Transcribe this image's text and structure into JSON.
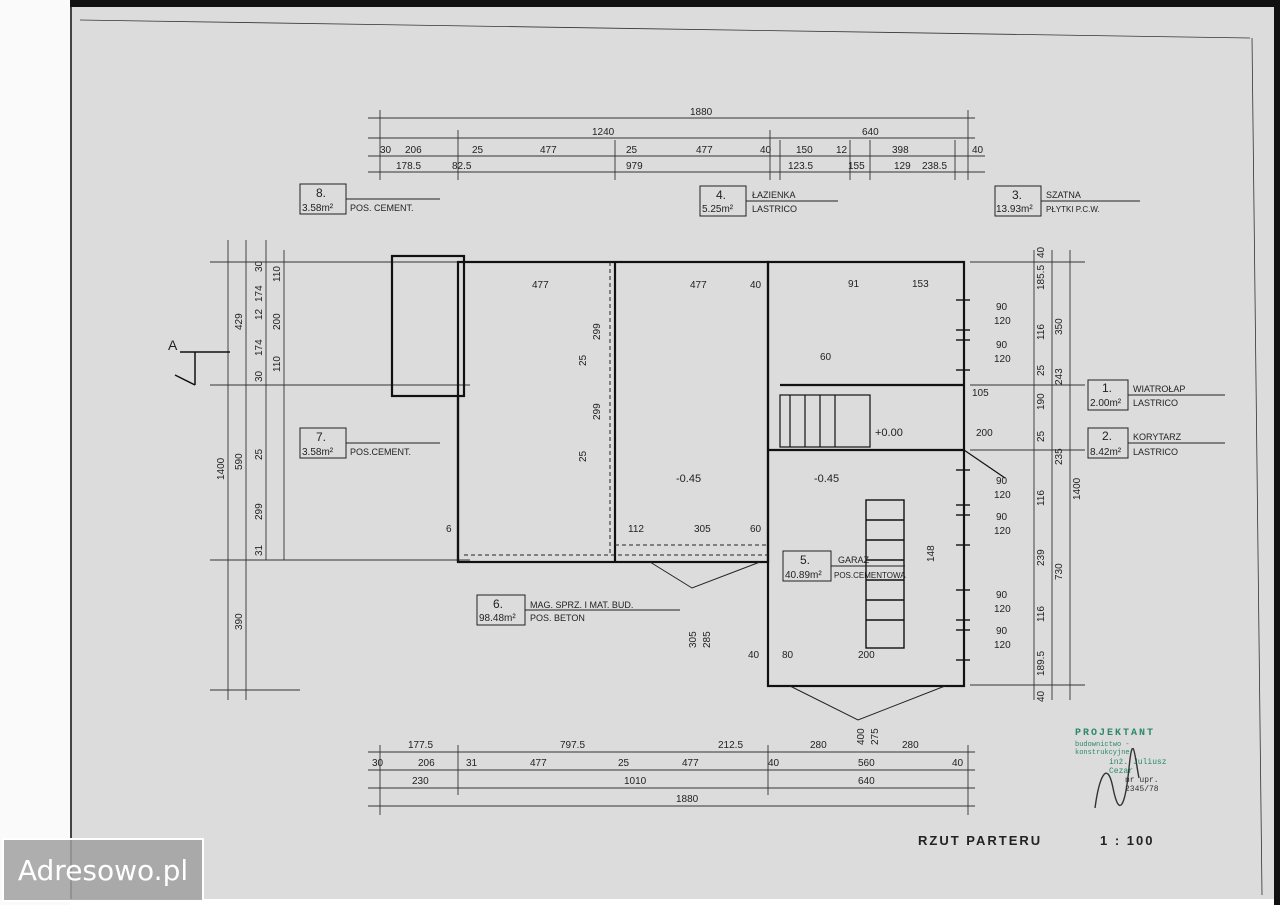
{
  "drawing": {
    "title": "RZUT PARTERU",
    "scale": "1 : 100",
    "elevation_main": "-0.45",
    "elevation_garage": "-0.45",
    "elevation_entry": "+0.00",
    "section_marker": "A"
  },
  "rooms": [
    {
      "number": "8.",
      "area": "3.58m²",
      "finish": "POS. CEMENT."
    },
    {
      "number": "4.",
      "name": "ŁAZIENKA",
      "area": "5.25m²",
      "finish": "LASTRICO"
    },
    {
      "number": "3.",
      "name": "SZATNA",
      "area": "13.93m²",
      "finish": "PŁYTKI P.C.W."
    },
    {
      "number": "7.",
      "area": "3.58m²",
      "finish": "POS.CEMENT."
    },
    {
      "number": "1.",
      "name": "WIATROŁAP",
      "area": "2.00m²",
      "finish": "LASTRICO"
    },
    {
      "number": "2.",
      "name": "KORYTARZ",
      "area": "8.42m²",
      "finish": "LASTRICO"
    },
    {
      "number": "5.",
      "name": "GARAŻ",
      "area": "40.89m²",
      "finish": "POS.CEMENTOWA"
    },
    {
      "number": "6.",
      "name": "MAG. SPRZ. I MAT. BUD.",
      "area": "98.48m²",
      "finish": "POS. BETON"
    }
  ],
  "dimensions": {
    "top_total": "1880",
    "top_row2": [
      "1240",
      "640"
    ],
    "top_row3": [
      "30",
      "206",
      "25",
      "477",
      "25",
      "477",
      "40",
      "150",
      "12",
      "398",
      "40"
    ],
    "top_row4": [
      "178.5",
      "82.5",
      "979",
      "123.5",
      "155",
      "129",
      "238.5"
    ],
    "bottom_row1": [
      "177.5",
      "797.5",
      "212.5",
      "280",
      "280"
    ],
    "bottom_row2": [
      "30",
      "206",
      "31",
      "477",
      "25",
      "477",
      "40",
      "560",
      "40"
    ],
    "bottom_row3": [
      "230",
      "1010",
      "640"
    ],
    "bottom_total": "1880",
    "left_outer": [
      "1400",
      "390"
    ],
    "left_mid": [
      "429",
      "590",
      "299"
    ],
    "left_inner": [
      "30",
      "174",
      "12",
      "174",
      "30",
      "25",
      "31"
    ],
    "left_inner2": [
      "110",
      "200",
      "110"
    ],
    "right_outer": [
      "1400"
    ],
    "right_mid": [
      "350",
      "243",
      "235",
      "730"
    ],
    "right_inner": [
      "40",
      "185.5",
      "116",
      "25",
      "190",
      "25",
      "116",
      "239",
      "116",
      "189.5",
      "40"
    ],
    "window_pairs": [
      "90",
      "120"
    ],
    "interior": [
      "477",
      "477",
      "40",
      "299",
      "25",
      "299",
      "25",
      "6",
      "112",
      "305",
      "60",
      "305",
      "285",
      "80",
      "200",
      "40",
      "400",
      "275",
      "153",
      "91",
      "60",
      "105",
      "200",
      "148"
    ]
  },
  "stamp": {
    "title": "PROJEKTANT",
    "line1": "budownictwo - konstrukcyjne",
    "line2": "inż. Juliusz Cezar",
    "line3": "nr upr. 2345/78"
  },
  "watermark": "Adresowo.pl",
  "colors": {
    "paper": "#dcdcdc",
    "ink": "#222222",
    "stamp": "#2a8a6a"
  }
}
